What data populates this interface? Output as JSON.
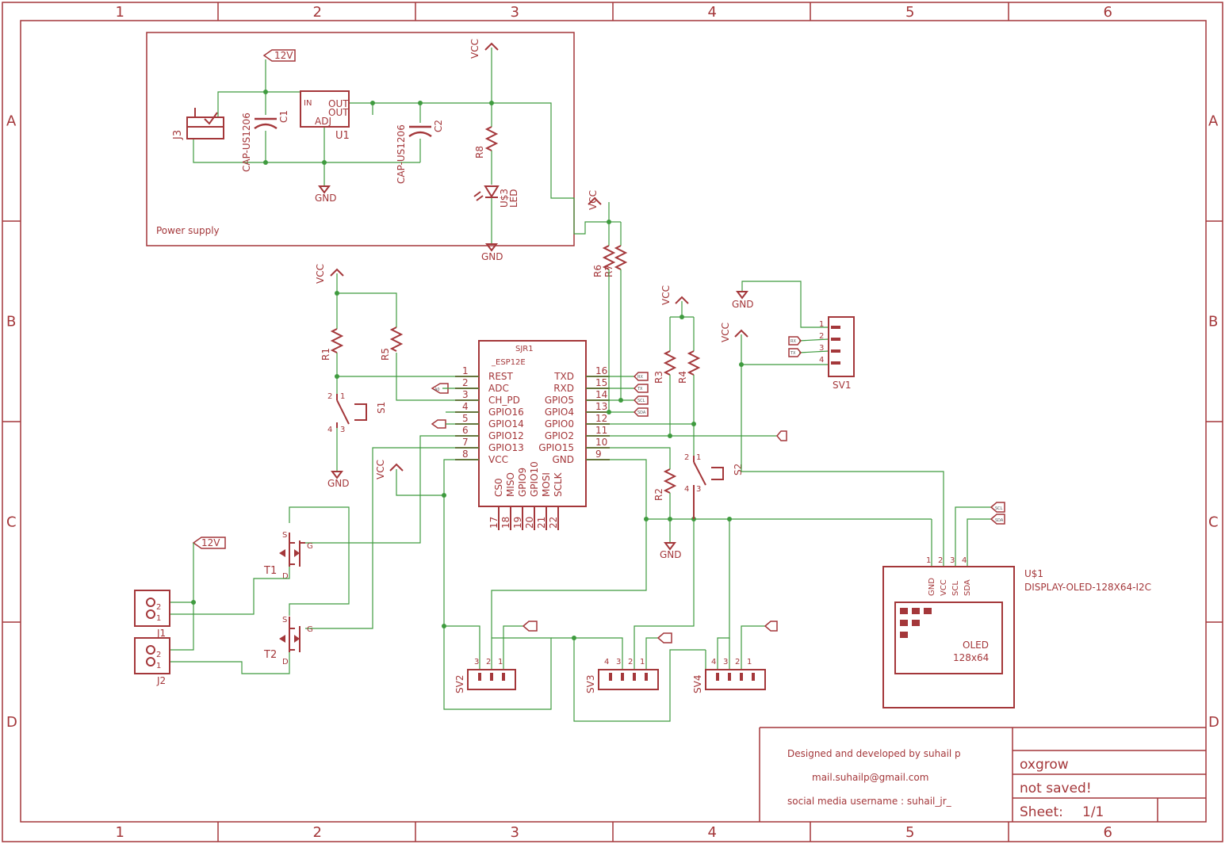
{
  "frame": {
    "columns": [
      "1",
      "2",
      "3",
      "4",
      "5",
      "6"
    ],
    "rows": [
      "A",
      "B",
      "C",
      "D"
    ]
  },
  "power_supply": {
    "label": "Power supply",
    "net_12v": "12V",
    "vcc": "VCC",
    "gnd": "GND",
    "j3": "J3",
    "c1": "C1",
    "c1_value": "CAP-US1206",
    "c2": "C2",
    "c2_value": "CAP-US1206",
    "u1": "U1",
    "u1_in": "IN",
    "u1_out1": "OUT",
    "u1_out2": "OUT",
    "u1_adj": "ADJ",
    "r8": "R8",
    "led_name": "U$3",
    "led_value": "LED"
  },
  "esp": {
    "name": "SJR1",
    "value": "_ESP12E",
    "left_pins": [
      {
        "num": "1",
        "name": "REST"
      },
      {
        "num": "2",
        "name": "ADC"
      },
      {
        "num": "3",
        "name": "CH_PD"
      },
      {
        "num": "4",
        "name": "GPIO16"
      },
      {
        "num": "5",
        "name": "GPIO14"
      },
      {
        "num": "6",
        "name": "GPIO12"
      },
      {
        "num": "7",
        "name": "GPIO13"
      },
      {
        "num": "8",
        "name": "VCC"
      }
    ],
    "right_pins": [
      {
        "num": "16",
        "name": "TXD"
      },
      {
        "num": "15",
        "name": "RXD"
      },
      {
        "num": "14",
        "name": "GPIO5"
      },
      {
        "num": "13",
        "name": "GPIO4"
      },
      {
        "num": "12",
        "name": "GPIO0"
      },
      {
        "num": "11",
        "name": "GPIO2"
      },
      {
        "num": "10",
        "name": "GPIO15"
      },
      {
        "num": "9",
        "name": "GND"
      }
    ],
    "bottom_pins": [
      {
        "num": "17",
        "name": "CS0"
      },
      {
        "num": "18",
        "name": "MISO"
      },
      {
        "num": "19",
        "name": "GPIO9"
      },
      {
        "num": "20",
        "name": "GPIO10"
      },
      {
        "num": "21",
        "name": "MOSI"
      },
      {
        "num": "22",
        "name": "SCLK"
      }
    ],
    "tag_rx": "RX",
    "tag_tx": "TX",
    "tag_a0": "A0",
    "tag_scl": "SCL",
    "tag_sda": "SDA"
  },
  "parts": {
    "r1": "R1",
    "r2": "R2",
    "r3": "R3",
    "r4": "R4",
    "r5": "R5",
    "r6": "R6",
    "r7": "R7",
    "s1": "S1",
    "s2": "S2",
    "t1": "T1",
    "t2": "T2",
    "j1": "J1",
    "j2": "J2",
    "sv1": "SV1",
    "sv2": "SV2",
    "sv3": "SV3",
    "sv4": "SV4",
    "gnd": "GND",
    "vcc": "VCC",
    "net_12v": "12V"
  },
  "oled": {
    "name": "U$1",
    "value": "DISPLAY-OLED-128X64-I2C",
    "pins": [
      "GND",
      "VCC",
      "SCL",
      "SDA"
    ],
    "screen_text": "OLED",
    "screen_size": "128x64"
  },
  "title_block": {
    "designer": "Designed and developed by suhail p",
    "email": "mail.suhailp@gmail.com",
    "social": "social media username : suhail_jr_",
    "project": "oxgrow",
    "status": "not saved!",
    "sheet_label": "Sheet:",
    "sheet_value": "1/1"
  }
}
